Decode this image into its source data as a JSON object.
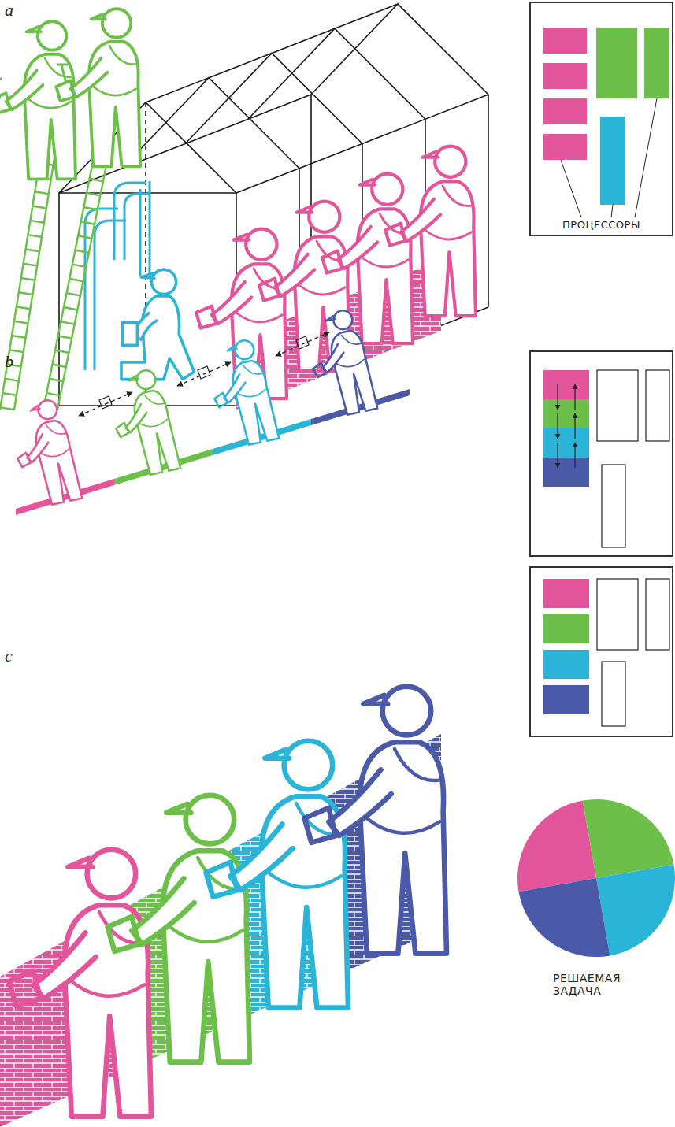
{
  "diagram": {
    "nodes": [
      {
        "text": [
          "ПРОЦЕССОРЫ"
        ]
      },
      {
        "text": [
          "РЕШАЕМАЯ ЗАДАЧА"
        ]
      }
    ],
    "labels": [
      "a",
      "b",
      "c"
    ]
  }
}
